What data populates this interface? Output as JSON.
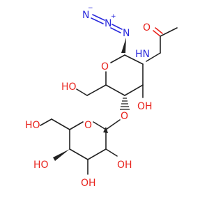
{
  "molecule": {
    "atoms": {
      "azide_n_terminal": "N",
      "azide_n_terminal_charge": "−",
      "azide_n_central": "N",
      "azide_n_central_charge": "+",
      "azide_n_attached": "N",
      "carbonyl_o": "O",
      "amide_nh": "HN",
      "ring1_o": "O",
      "ch2oh_1": "HO",
      "oh_3": "OH",
      "glycosidic_o": "O",
      "ring2_o": "O",
      "ch2oh_2": "HO",
      "oh_4prime": "HO",
      "oh_2prime": "OH",
      "oh_3prime": "OH"
    },
    "colors": {
      "carbon_bonds": "#222222",
      "oxygen": "#e8231d",
      "nitrogen": "#2b2bdc",
      "background": "#ffffff"
    }
  }
}
